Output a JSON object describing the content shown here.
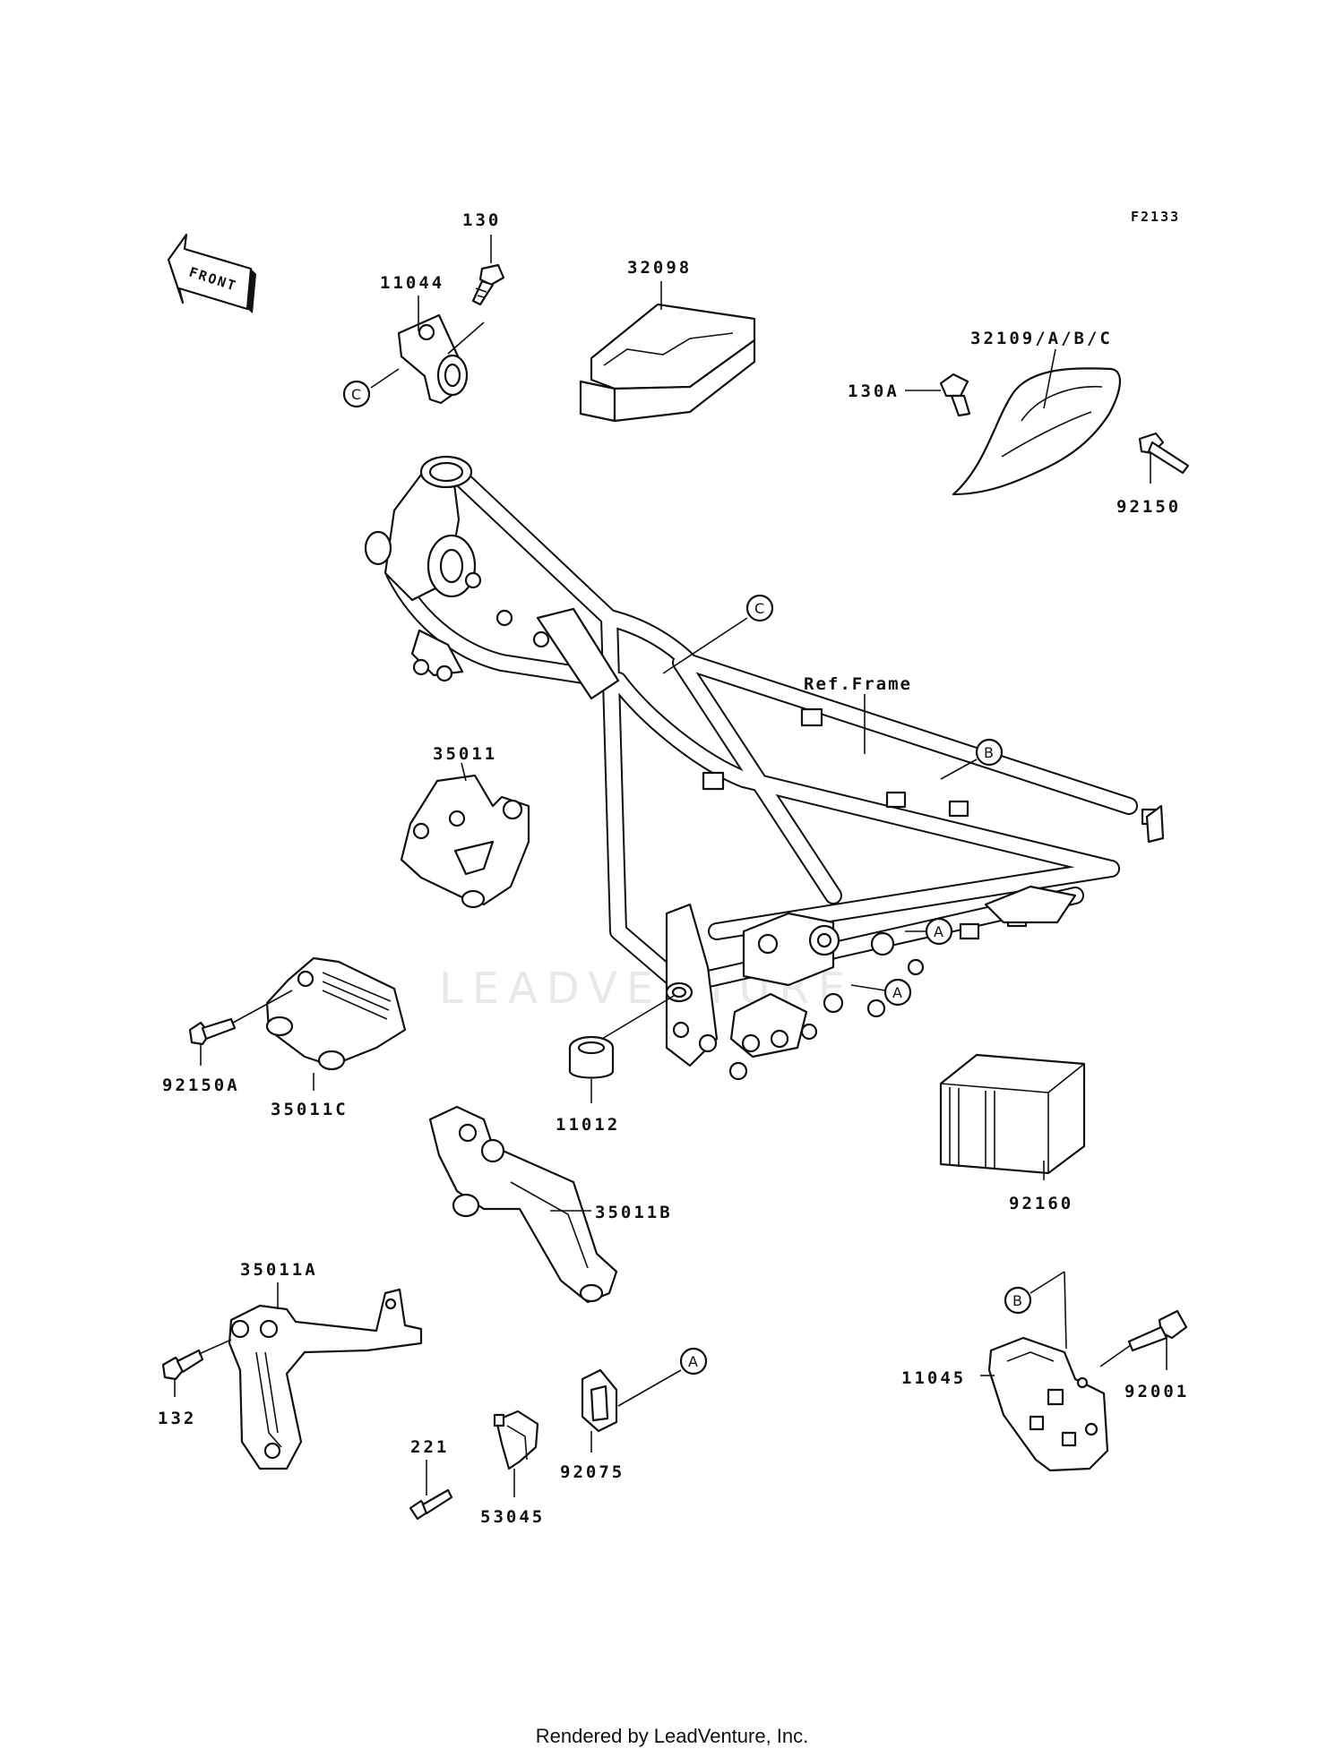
{
  "diagram": {
    "code": "F2133",
    "front_label": "FRONT",
    "frame_ref": "Ref.Frame",
    "parts": {
      "p130": "130",
      "p11044": "11044",
      "p32098": "32098",
      "p32109": "32109/A/B/C",
      "p130A": "130A",
      "p92150": "92150",
      "p35011": "35011",
      "p92150A": "92150A",
      "p35011C": "35011C",
      "p11012": "11012",
      "p92160": "92160",
      "p35011B": "35011B",
      "p35011A": "35011A",
      "p132": "132",
      "p221": "221",
      "p53045": "53045",
      "p92075": "92075",
      "p11045": "11045",
      "p92001": "92001"
    },
    "callouts": {
      "a": "A",
      "b": "B",
      "c": "C"
    },
    "watermark": "LEADVENTURE"
  },
  "footer": "Rendered by LeadVenture, Inc."
}
